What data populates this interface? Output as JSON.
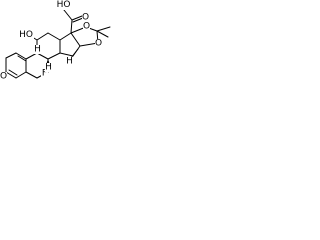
{
  "structure": {
    "atoms": {
      "ho_top": "HO",
      "o_ketone_side": "O",
      "o_ring_top": "O",
      "o_ring_bottom": "O",
      "ho_11": "HO",
      "h_9": "H",
      "f_9": "F",
      "h_14": "H",
      "h_8": "H",
      "o_3": "O"
    }
  }
}
